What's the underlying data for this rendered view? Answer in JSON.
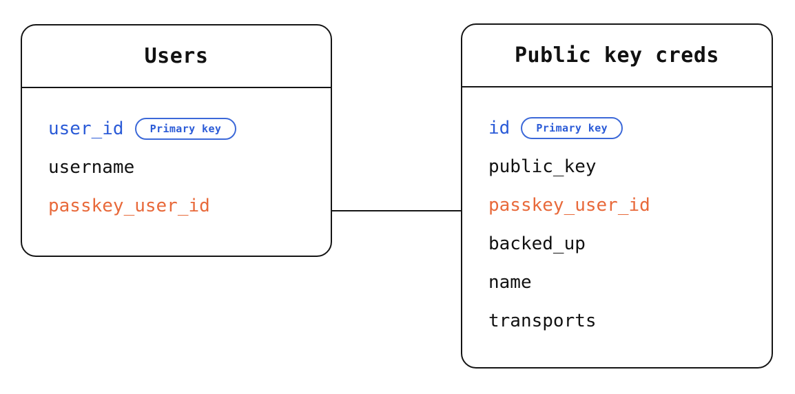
{
  "diagram": {
    "type": "entity-relationship-diagram",
    "background_color": "#ffffff",
    "colors": {
      "primary_key": "#2B5BD7",
      "foreign_key": "#E8693A",
      "text": "#111111",
      "border": "#141414",
      "badge_border": "#3B68D8"
    }
  },
  "entities": [
    {
      "id": "users",
      "title": "Users",
      "fields": [
        {
          "name": "user_id",
          "role": "pk",
          "badge": "Primary key"
        },
        {
          "name": "username",
          "role": "plain",
          "badge": null
        },
        {
          "name": "passkey_user_id",
          "role": "fk",
          "badge": null
        }
      ]
    },
    {
      "id": "public_key_creds",
      "title": "Public key creds",
      "fields": [
        {
          "name": "id",
          "role": "pk",
          "badge": "Primary key"
        },
        {
          "name": "public_key",
          "role": "plain",
          "badge": null
        },
        {
          "name": "passkey_user_id",
          "role": "fk",
          "badge": null
        },
        {
          "name": "backed_up",
          "role": "plain",
          "badge": null
        },
        {
          "name": "name",
          "role": "plain",
          "badge": null
        },
        {
          "name": "transports",
          "role": "plain",
          "badge": null
        }
      ]
    }
  ],
  "relationships": [
    {
      "id": "users-to-public-key-creds",
      "from_entity": "users",
      "from_field": "passkey_user_id",
      "to_entity": "public_key_creds",
      "to_field": "passkey_user_id",
      "style": "solid-line"
    }
  ]
}
